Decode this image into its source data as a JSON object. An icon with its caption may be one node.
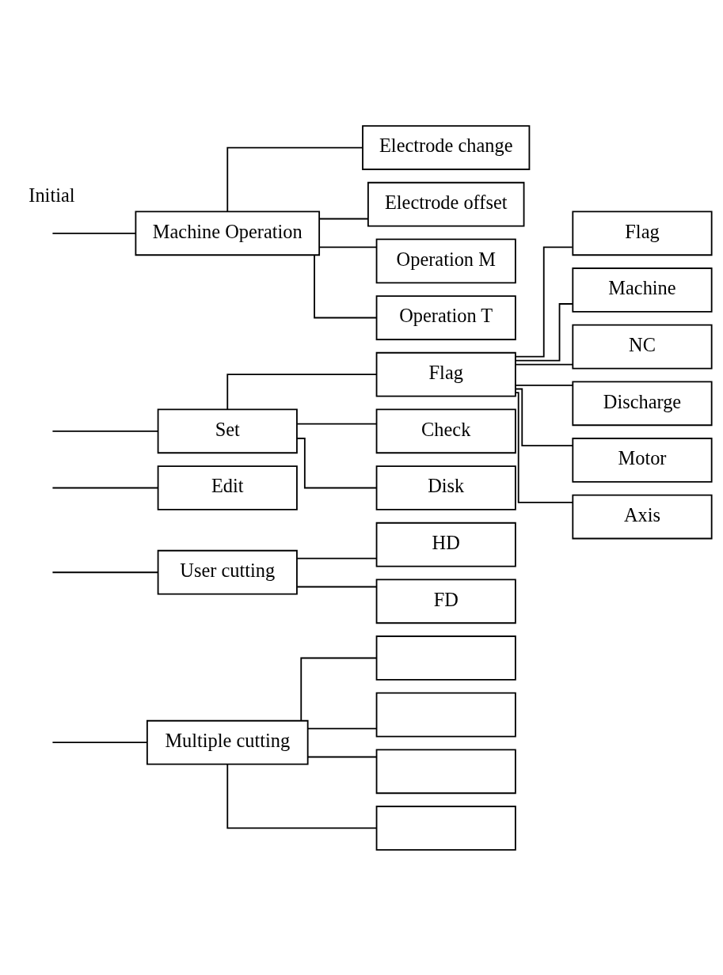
{
  "diagram": {
    "nodes": [
      {
        "text": [
          "Multiple cutting"
        ]
      },
      {
        "text": [],
        "shape": "box"
      },
      {
        "text": [],
        "shape": "box"
      },
      {
        "text": [],
        "shape": "box"
      },
      {
        "text": [],
        "shape": "box"
      },
      {
        "text": [
          "User cutting"
        ]
      },
      {
        "text": [
          "HD"
        ]
      },
      {
        "text": [
          "FD"
        ]
      },
      {
        "text": [
          "Edit"
        ]
      },
      {
        "text": [
          "Set"
        ]
      },
      {
        "text": [
          "Flag"
        ]
      },
      {
        "text": [
          "Check"
        ]
      },
      {
        "text": [
          "Disk"
        ]
      },
      {
        "text": [
          "Flag"
        ]
      },
      {
        "text": [
          "Machine"
        ]
      },
      {
        "text": [
          "NC"
        ]
      },
      {
        "text": [
          "Discharge"
        ]
      },
      {
        "text": [
          "Motor"
        ]
      },
      {
        "text": [
          "Axis"
        ]
      },
      {
        "text": [
          "Machine Operation"
        ]
      },
      {
        "text": [
          "Electrode change"
        ]
      },
      {
        "text": [
          "Electrode offset"
        ]
      },
      {
        "text": [
          "Operation M"
        ]
      },
      {
        "text": [
          "Operation T"
        ]
      }
    ],
    "edges": [
      {
        "from": null,
        "to": 0,
        "arrow": "none"
      },
      {
        "from": null,
        "to": 5,
        "arrow": "none"
      },
      {
        "from": null,
        "to": 8,
        "arrow": "none"
      },
      {
        "from": null,
        "to": 9,
        "arrow": "none"
      },
      {
        "from": null,
        "to": 19,
        "arrow": "none"
      },
      {
        "from": 0,
        "to": 1,
        "arrow": "none"
      },
      {
        "from": 0,
        "to": 2,
        "arrow": "none"
      },
      {
        "from": 0,
        "to": 3,
        "arrow": "none"
      },
      {
        "from": 0,
        "to": 4,
        "arrow": "none"
      },
      {
        "from": 5,
        "to": 6,
        "arrow": "none"
      },
      {
        "from": 5,
        "to": 7,
        "arrow": "none"
      },
      {
        "from": 9,
        "to": 10,
        "arrow": "none"
      },
      {
        "from": 9,
        "to": 11,
        "arrow": "none"
      },
      {
        "from": 9,
        "to": 12,
        "arrow": "none"
      },
      {
        "from": 10,
        "to": 13,
        "arrow": "none"
      },
      {
        "from": 10,
        "to": 14,
        "arrow": "none"
      },
      {
        "from": 10,
        "to": 15,
        "arrow": "none"
      },
      {
        "from": 10,
        "to": 16,
        "arrow": "none"
      },
      {
        "from": 10,
        "to": 17,
        "arrow": "none"
      },
      {
        "from": 10,
        "to": 18,
        "arrow": "none"
      },
      {
        "from": 19,
        "to": 20,
        "arrow": "none"
      },
      {
        "from": 19,
        "to": 21,
        "arrow": "none"
      },
      {
        "from": 19,
        "to": 22,
        "arrow": "none"
      },
      {
        "from": 19,
        "to": 23,
        "arrow": "none"
      }
    ],
    "labels": [
      "Initial"
    ]
  }
}
